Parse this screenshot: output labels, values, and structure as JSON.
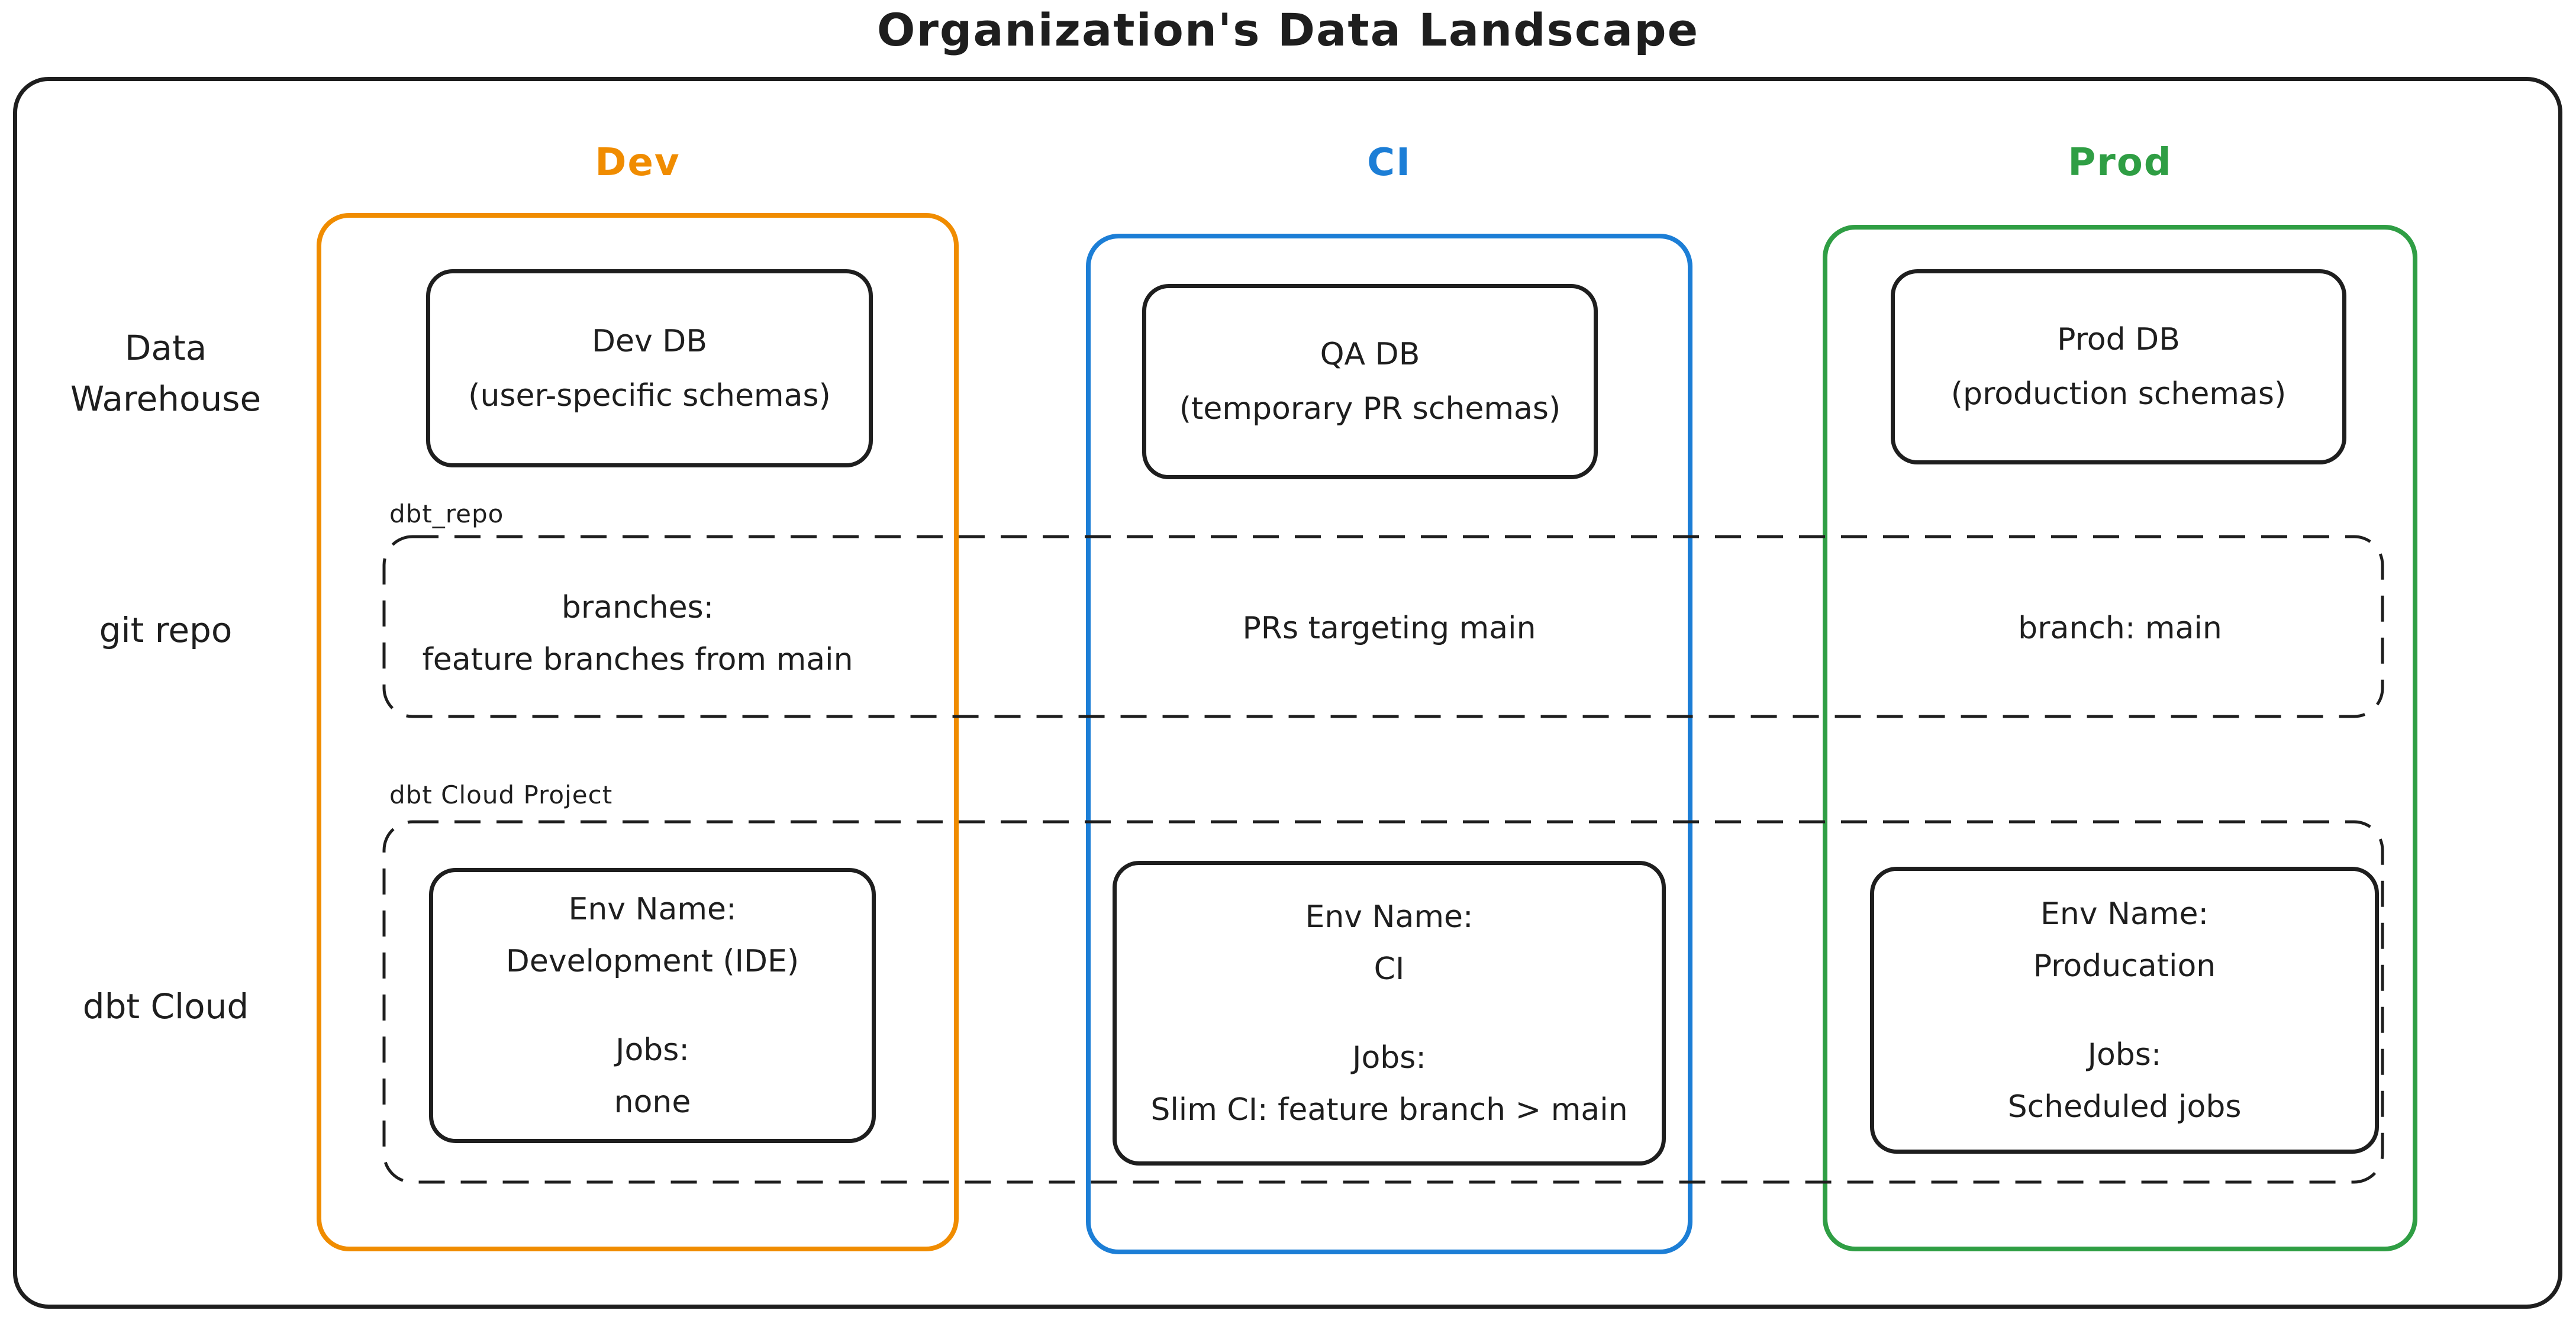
{
  "title": "Organization's Data Landscape",
  "colors": {
    "ink": "#1e1e1e",
    "dev_accent": "#f08c00",
    "ci_accent": "#1c7ed6",
    "prod_accent": "#2f9e44"
  },
  "row_labels": {
    "warehouse": "Data\nWarehouse",
    "git": "git repo",
    "cloud": "dbt Cloud"
  },
  "overlays": {
    "repo_label": "dbt_repo",
    "project_label": "dbt Cloud Project"
  },
  "columns": {
    "dev": {
      "header": "Dev",
      "db": {
        "name": "Dev DB",
        "detail": "(user-specific schemas)"
      },
      "git": {
        "line1": "branches:",
        "line2": "feature branches from main"
      },
      "env": {
        "env_label": "Env Name:",
        "env_name": "Development (IDE)",
        "jobs_label": "Jobs:",
        "jobs_value": "none"
      }
    },
    "ci": {
      "header": "CI",
      "db": {
        "name": "QA DB",
        "detail": "(temporary PR schemas)"
      },
      "git": {
        "line1": "PRs targeting main"
      },
      "env": {
        "env_label": "Env Name:",
        "env_name": "CI",
        "jobs_label": "Jobs:",
        "jobs_value": "Slim CI: feature branch > main"
      }
    },
    "prod": {
      "header": "Prod",
      "db": {
        "name": "Prod DB",
        "detail": "(production schemas)"
      },
      "git": {
        "line1": "branch: main"
      },
      "env": {
        "env_label": "Env Name:",
        "env_name": "Producation",
        "jobs_label": "Jobs:",
        "jobs_value": "Scheduled jobs"
      }
    }
  }
}
